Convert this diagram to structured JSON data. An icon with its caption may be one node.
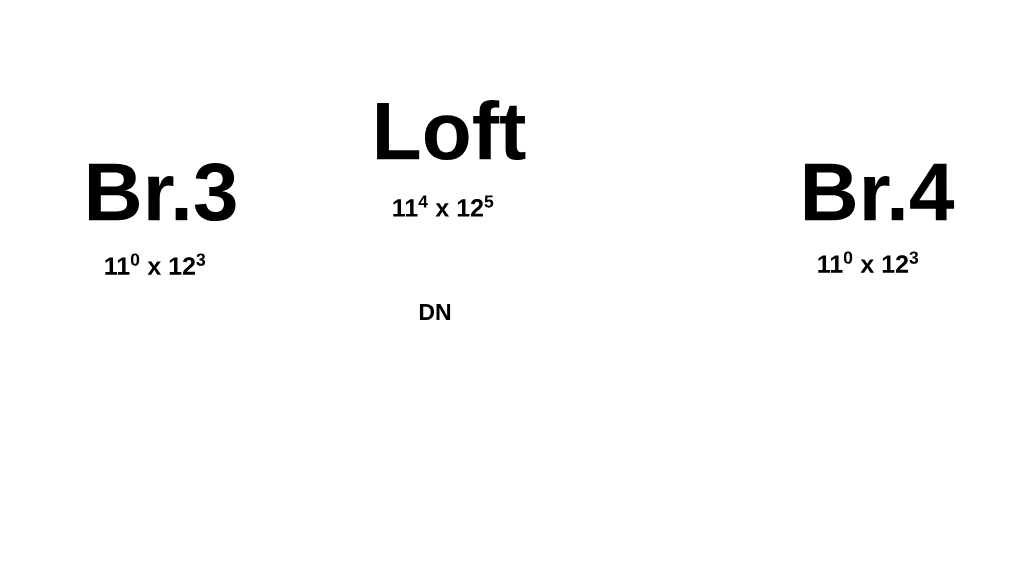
{
  "diagram": {
    "labels": [
      "Loft",
      "11$^{4}$ x 12$^{5}$",
      "Br.3",
      "Br.4",
      "11$^{0}$ x 12$^{3}$",
      "11$^{0}$ x 12$^{3}$",
      "DN"
    ]
  }
}
